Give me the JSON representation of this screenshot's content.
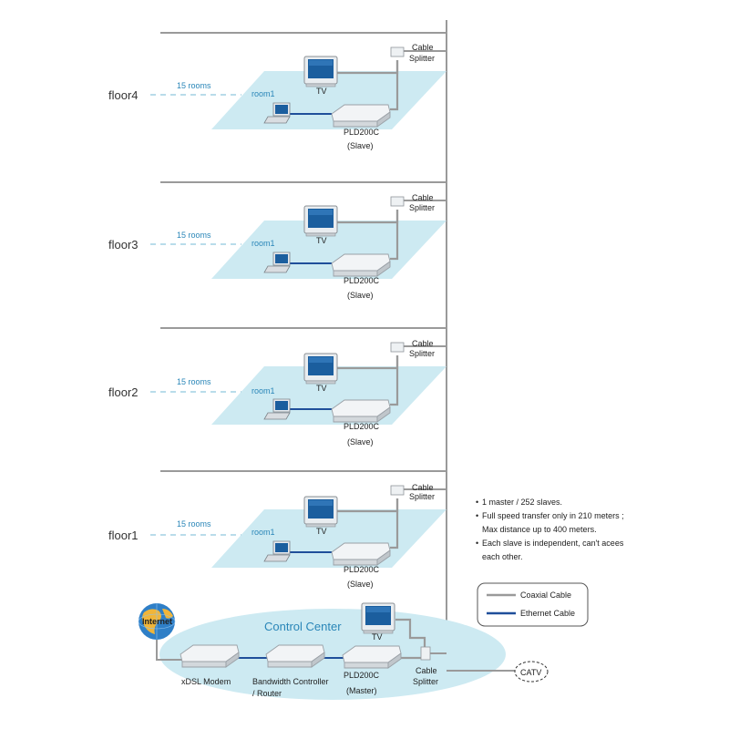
{
  "floors": [
    {
      "label": "floor4",
      "rooms": "15 rooms",
      "room": "room1",
      "tv": "TV",
      "device": "PLD200C",
      "role": "(Slave)",
      "splitter": [
        "Cable",
        "Splitter"
      ]
    },
    {
      "label": "floor3",
      "rooms": "15 rooms",
      "room": "room1",
      "tv": "TV",
      "device": "PLD200C",
      "role": "(Slave)",
      "splitter": [
        "Cable",
        "Splitter"
      ]
    },
    {
      "label": "floor2",
      "rooms": "15 rooms",
      "room": "room1",
      "tv": "TV",
      "device": "PLD200C",
      "role": "(Slave)",
      "splitter": [
        "Cable",
        "Splitter"
      ]
    },
    {
      "label": "floor1",
      "rooms": "15 rooms",
      "room": "room1",
      "tv": "TV",
      "device": "PLD200C",
      "role": "(Slave)",
      "splitter": [
        "Cable",
        "Splitter"
      ]
    }
  ],
  "control_center": {
    "title": "Control Center",
    "internet": "Internet",
    "modem": "xDSL Modem",
    "router": [
      "Bandwidth Controller",
      "/ Router"
    ],
    "master": [
      "PLD200C",
      "(Master)"
    ],
    "tv": "TV",
    "splitter": [
      "Cable",
      "Splitter"
    ],
    "catv": "CATV"
  },
  "notes": [
    "1 master / 252 slaves.",
    "Full speed transfer only in 210 meters ;",
    "Max distance up to 400 meters.",
    "Each slave is independent, can't acees",
    "each other."
  ],
  "legend": [
    {
      "label": "Coaxial Cable",
      "color": "#9a9a9a"
    },
    {
      "label": "Ethernet Cable",
      "color": "#1f4f9a"
    }
  ],
  "colors": {
    "floor_plate": "#cdeaf2",
    "building_line": "#9a9a9a",
    "accent_text": "#2a86b8"
  }
}
